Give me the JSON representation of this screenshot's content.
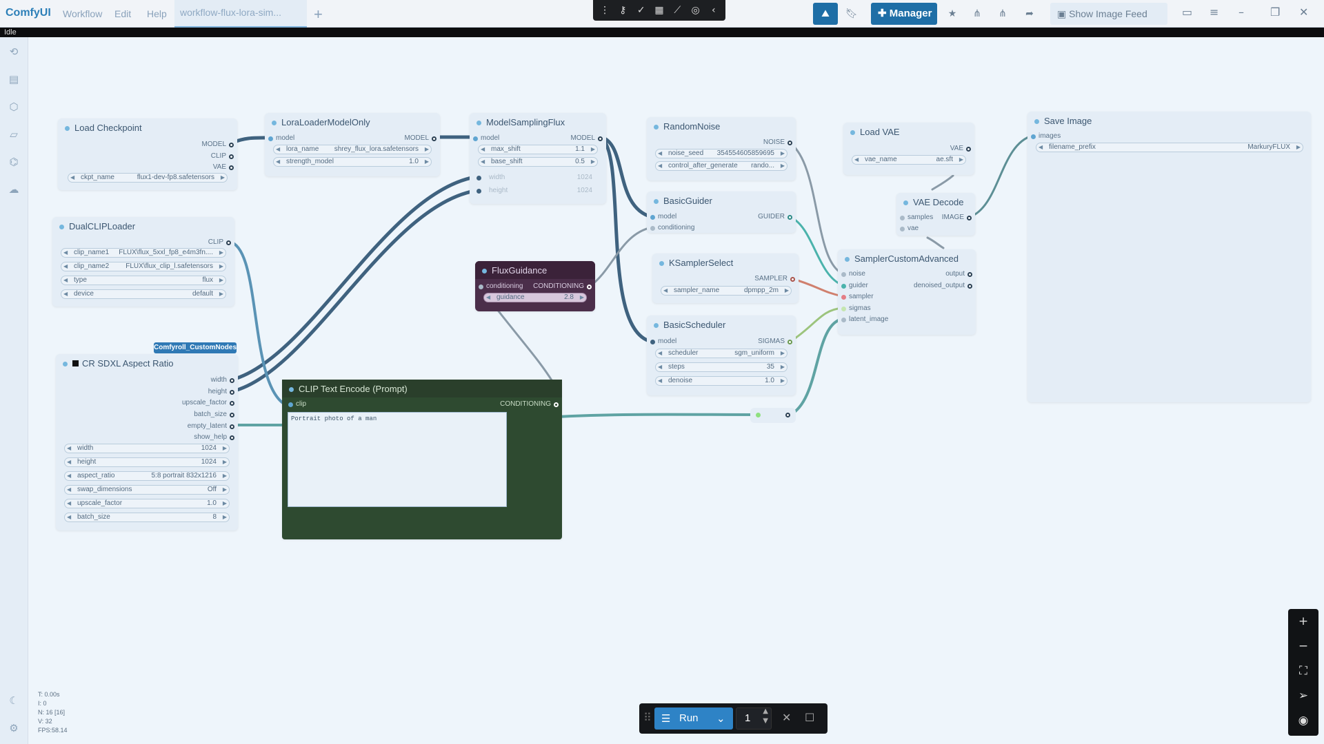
{
  "app": {
    "logo": "ComfyUI",
    "menus": [
      "Workflow",
      "Edit",
      "Help"
    ],
    "workflow_tab": "workflow-flux-lora-sim...",
    "manager_label": "Manager",
    "image_feed_label": "Show Image Feed",
    "status": "Idle",
    "accent": "#1e6ea6"
  },
  "icons": {
    "toolgroup": [
      "more-icon",
      "key-icon",
      "check-icon",
      "table-icon",
      "chart-icon",
      "github-icon",
      "chevron-left-icon"
    ],
    "sidebar": [
      "history-icon",
      "queue-icon",
      "model-library-icon",
      "workflows-icon",
      "node-library-icon",
      "upload-icon",
      "theme-icon",
      "settings-icon"
    ]
  },
  "nodes": {
    "load_checkpoint": {
      "title": "Load Checkpoint",
      "outputs": [
        "MODEL",
        "CLIP",
        "VAE"
      ],
      "ckpt_label": "ckpt_name",
      "ckpt_value": "flux1-dev-fp8.safetensors"
    },
    "lora": {
      "title": "LoraLoaderModelOnly",
      "input": "model",
      "output": "MODEL",
      "lora_label": "lora_name",
      "lora_value": "shrey_flux_lora.safetensors",
      "strength_label": "strength_model",
      "strength_value": "1.0"
    },
    "msf": {
      "title": "ModelSamplingFlux",
      "input": "model",
      "output": "MODEL",
      "max_shift_label": "max_shift",
      "max_shift_value": "1.1",
      "base_shift_label": "base_shift",
      "base_shift_value": "0.5",
      "width_label": "width",
      "width_value": "1024",
      "height_label": "height",
      "height_value": "1024"
    },
    "random_noise": {
      "title": "RandomNoise",
      "output": "NOISE",
      "seed_label": "noise_seed",
      "seed_value": "354554605859695",
      "cag_label": "control_after_generate",
      "cag_value": "rando..."
    },
    "load_vae": {
      "title": "Load VAE",
      "output": "VAE",
      "vae_label": "vae_name",
      "vae_value": "ae.sft"
    },
    "save_image": {
      "title": "Save Image",
      "input": "images",
      "prefix_label": "filename_prefix",
      "prefix_value": "MarkuryFLUX"
    },
    "dual_clip": {
      "title": "DualCLIPLoader",
      "output": "CLIP",
      "c1_label": "clip_name1",
      "c1_value": "FLUX\\flux_5xxl_fp8_e4m3fn....",
      "c2_label": "clip_name2",
      "c2_value": "FLUX\\flux_clip_l.safetensors",
      "type_label": "type",
      "type_value": "flux",
      "device_label": "device",
      "device_value": "default"
    },
    "basic_guider": {
      "title": "BasicGuider",
      "inputs": [
        "model",
        "conditioning"
      ],
      "output": "GUIDER"
    },
    "vae_decode": {
      "title": "VAE Decode",
      "inputs": [
        "samples",
        "vae"
      ],
      "output": "IMAGE"
    },
    "flux_guidance": {
      "title": "FluxGuidance",
      "input": "conditioning",
      "output": "CONDITIONING",
      "guidance_label": "guidance",
      "guidance_value": "2.8"
    },
    "ksampler_select": {
      "title": "KSamplerSelect",
      "output": "SAMPLER",
      "sampler_label": "sampler_name",
      "sampler_value": "dpmpp_2m"
    },
    "sca": {
      "title": "SamplerCustomAdvanced",
      "inputs": [
        "noise",
        "guider",
        "sampler",
        "sigmas",
        "latent_image"
      ],
      "outputs": [
        "output",
        "denoised_output"
      ]
    },
    "basic_scheduler": {
      "title": "BasicScheduler",
      "input": "model",
      "output": "SIGMAS",
      "scheduler_label": "scheduler",
      "scheduler_value": "sgm_uniform",
      "steps_label": "steps",
      "steps_value": "35",
      "denoise_label": "denoise",
      "denoise_value": "1.0"
    },
    "cr_sdxl": {
      "title": "CR SDXL Aspect Ratio",
      "tag": "Comfyroll_CustomNodes",
      "outputs": [
        "width",
        "height",
        "upscale_factor",
        "batch_size",
        "empty_latent",
        "show_help"
      ],
      "width_label": "width",
      "width_value": "1024",
      "height_label": "height",
      "height_value": "1024",
      "ar_label": "aspect_ratio",
      "ar_value": "5:8 portrait 832x1216",
      "swap_label": "swap_dimensions",
      "swap_value": "Off",
      "uf_label": "upscale_factor",
      "uf_value": "1.0",
      "bs_label": "batch_size",
      "bs_value": "8"
    },
    "clip_text": {
      "title": "CLIP Text Encode (Prompt)",
      "input": "clip",
      "output": "CONDITIONING",
      "prompt": "Portrait photo of a man"
    }
  },
  "stats": {
    "t": "T: 0.00s",
    "i": "I: 0",
    "n": "N: 16 [16]",
    "v": "V: 32",
    "fps": "FPS:58.14"
  },
  "run": {
    "label": "Run",
    "count": "1"
  }
}
